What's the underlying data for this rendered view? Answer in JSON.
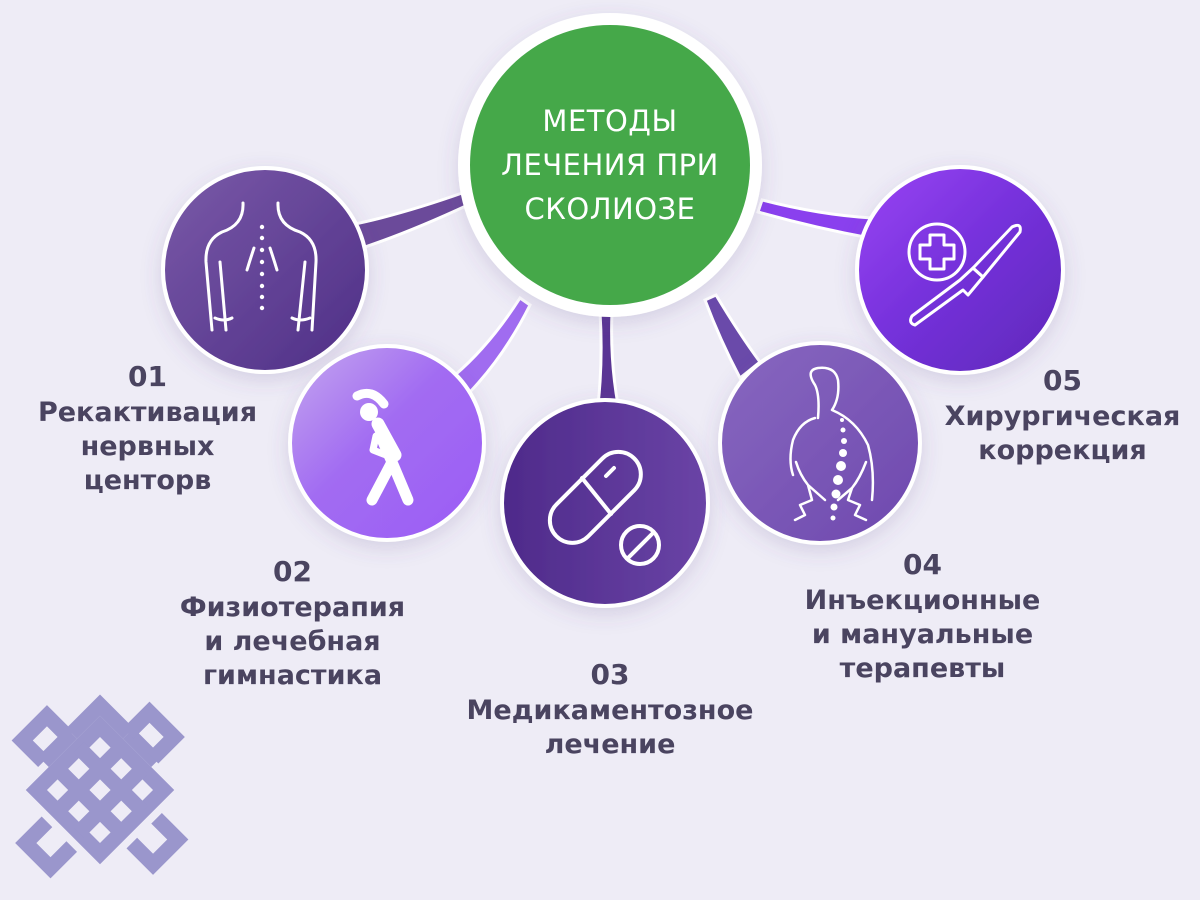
{
  "center": {
    "title_lines": [
      "МЕТОДЫ",
      "ЛЕЧЕНИЯ ПРИ",
      "СКОЛИОЗЕ"
    ],
    "color": "#45A84A"
  },
  "methods": [
    {
      "number": "01",
      "lines": [
        "Рекактивация",
        "нервных",
        "центорв"
      ],
      "icon": "back-spine-icon",
      "color": "#5E3A91"
    },
    {
      "number": "02",
      "lines": [
        "Физиотерапия",
        "и лечебная",
        "гимнастика"
      ],
      "icon": "stretching-person-icon",
      "color": "#A46CF0"
    },
    {
      "number": "03",
      "lines": [
        "Медикаментозное",
        "лечение"
      ],
      "icon": "pills-icon",
      "color": "#5C3396"
    },
    {
      "number": "04",
      "lines": [
        "Инъекционные",
        "и мануальные",
        "терапевты"
      ],
      "icon": "manual-therapy-icon",
      "color": "#7C5AB5"
    },
    {
      "number": "05",
      "lines": [
        "Хирургическая",
        "коррекция"
      ],
      "icon": "scalpel-cross-icon",
      "color": "#7B35E0"
    }
  ],
  "logo": {
    "icon": "endless-knot-icon",
    "color": "#9A96CC"
  },
  "background": "#EEECF6",
  "text_color": "#4A4460"
}
